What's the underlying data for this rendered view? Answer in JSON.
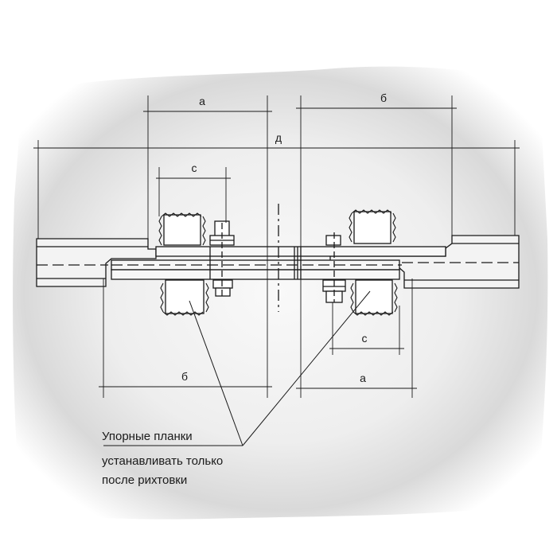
{
  "dimensions": {
    "a_top": "а",
    "b_top": "б",
    "d_overall": "д",
    "c_top": "с",
    "c_bottom": "с",
    "b_bottom": "б",
    "a_bottom": "а"
  },
  "callout": {
    "line1": "Упорные планки",
    "line2": "устанавливать только",
    "line3": "после рихтовки"
  }
}
